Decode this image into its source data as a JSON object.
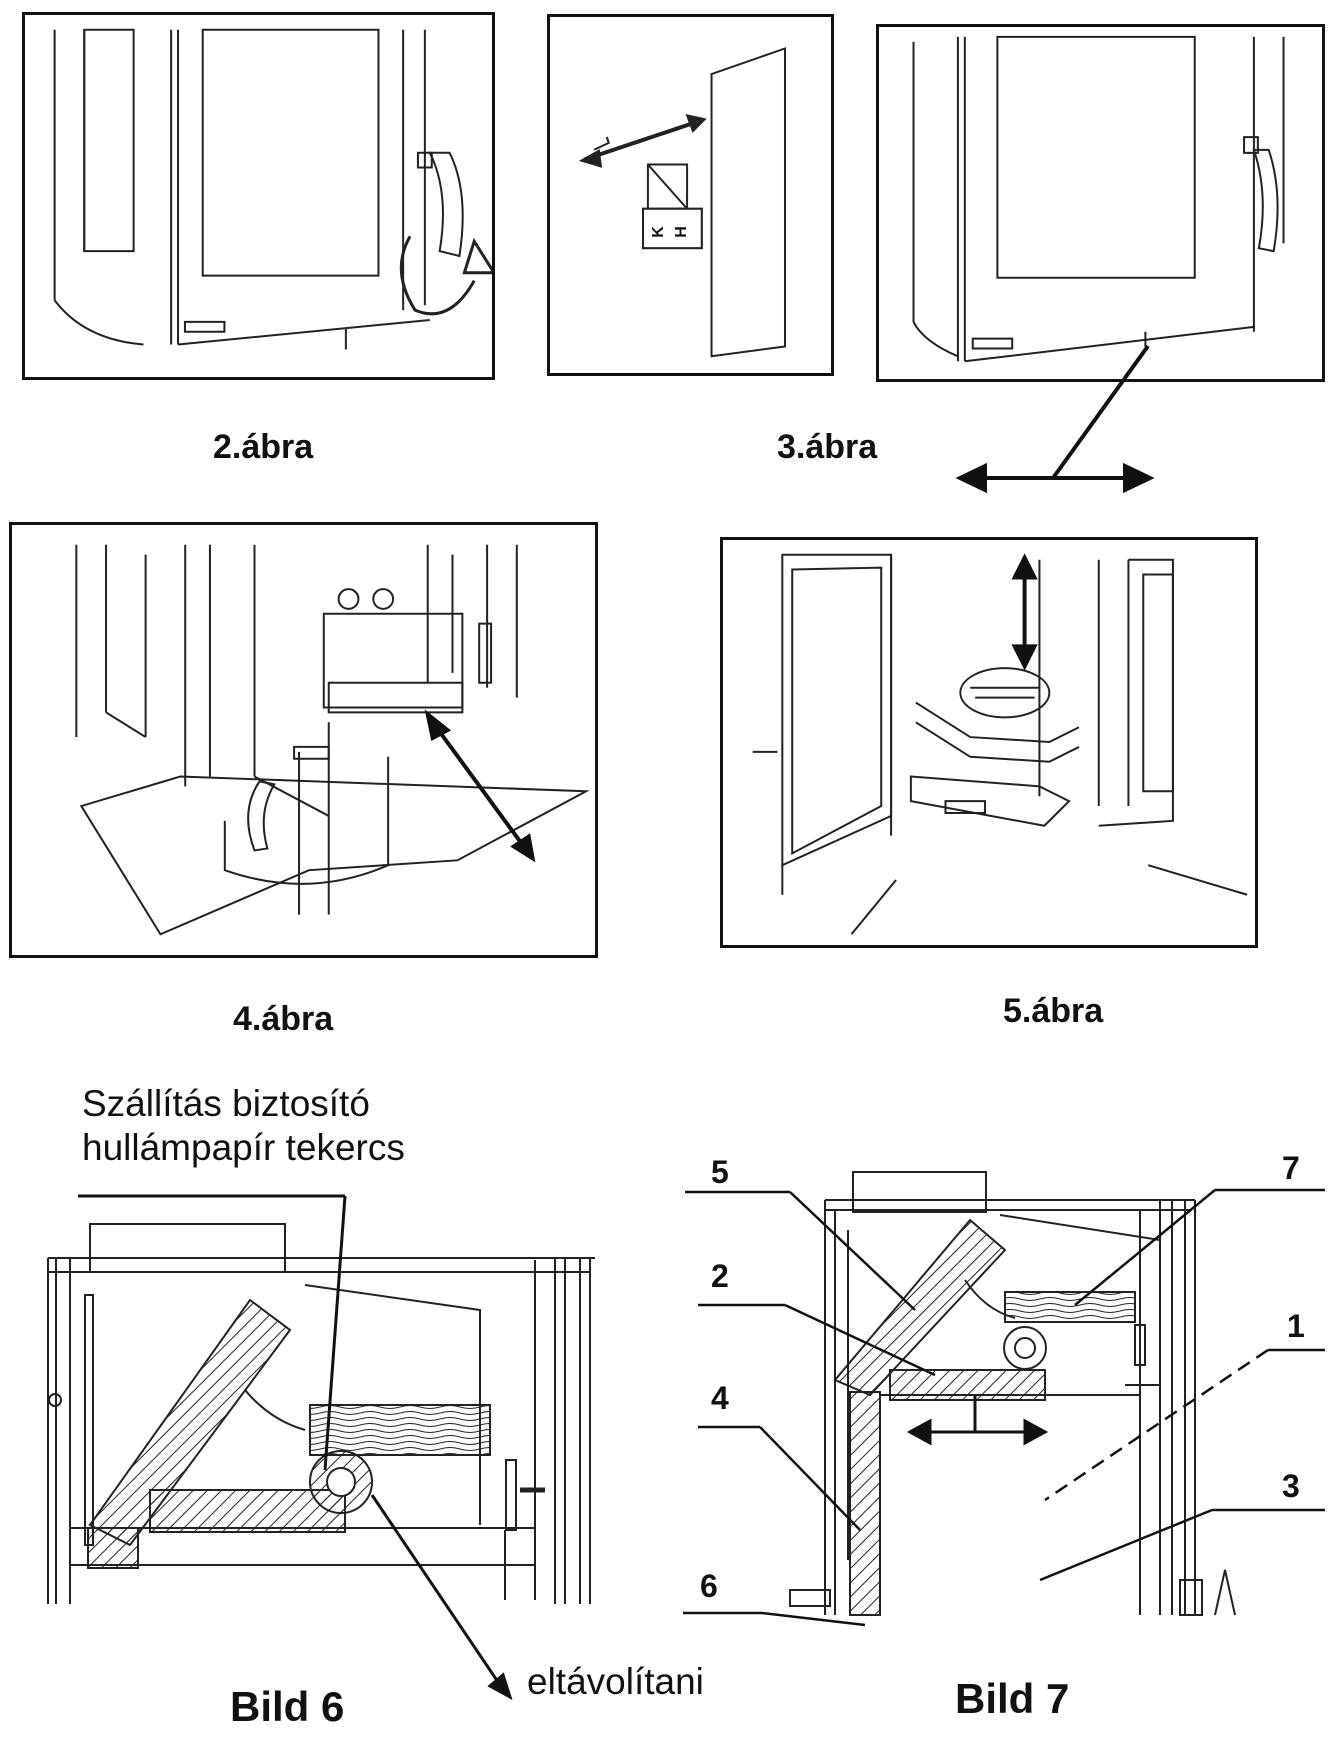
{
  "figures": {
    "fig2": {
      "caption": "2.ábra"
    },
    "fig3": {
      "caption": "3.ábra"
    },
    "fig4": {
      "caption": "4.ábra"
    },
    "fig5": {
      "caption": "5.ábra"
    },
    "fig3_label_plate": {
      "left_letter": "K",
      "right_letter": "H"
    }
  },
  "bild6": {
    "title": "Bild 6",
    "note_line1": "Szállítás biztosító",
    "note_line2": "hullámpapír tekercs",
    "remove_label": "eltávolítani"
  },
  "bild7": {
    "title": "Bild 7",
    "callouts": [
      "5",
      "7",
      "2",
      "1",
      "4",
      "3",
      "6"
    ]
  }
}
